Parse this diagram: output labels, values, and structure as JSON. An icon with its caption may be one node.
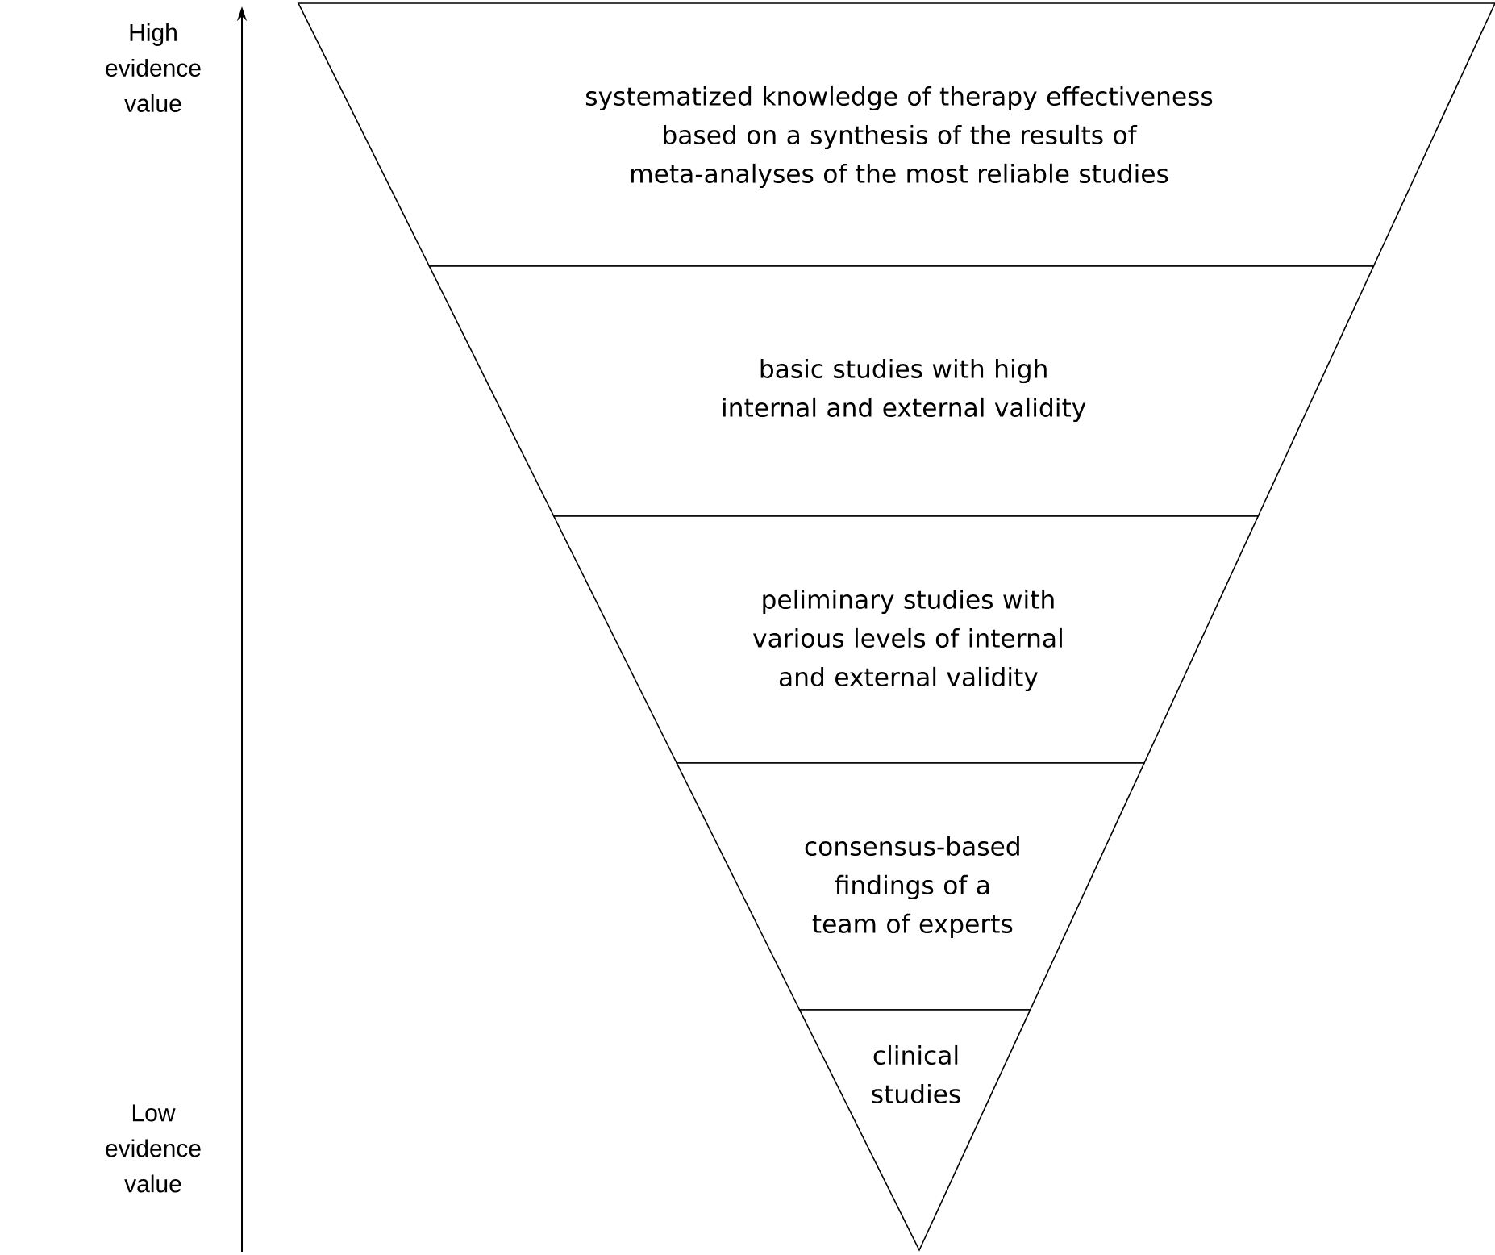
{
  "diagram": {
    "nodes": [
      {
        "text": [
          "systematized knowledge of therapy effectiveness based on a synthesis of the results of meta-analyses of the most reliable studies"
        ]
      },
      {
        "text": [
          "basic studies with high internal and external validity"
        ]
      },
      {
        "text": [
          "peliminary studies with various levels of internal and external validity"
        ]
      },
      {
        "text": [
          "consensus-based findings of a team of experts"
        ]
      },
      {
        "text": [
          "clinical studies"
        ]
      }
    ],
    "labels": [
      "High evidence value",
      "Low evidence value"
    ]
  }
}
